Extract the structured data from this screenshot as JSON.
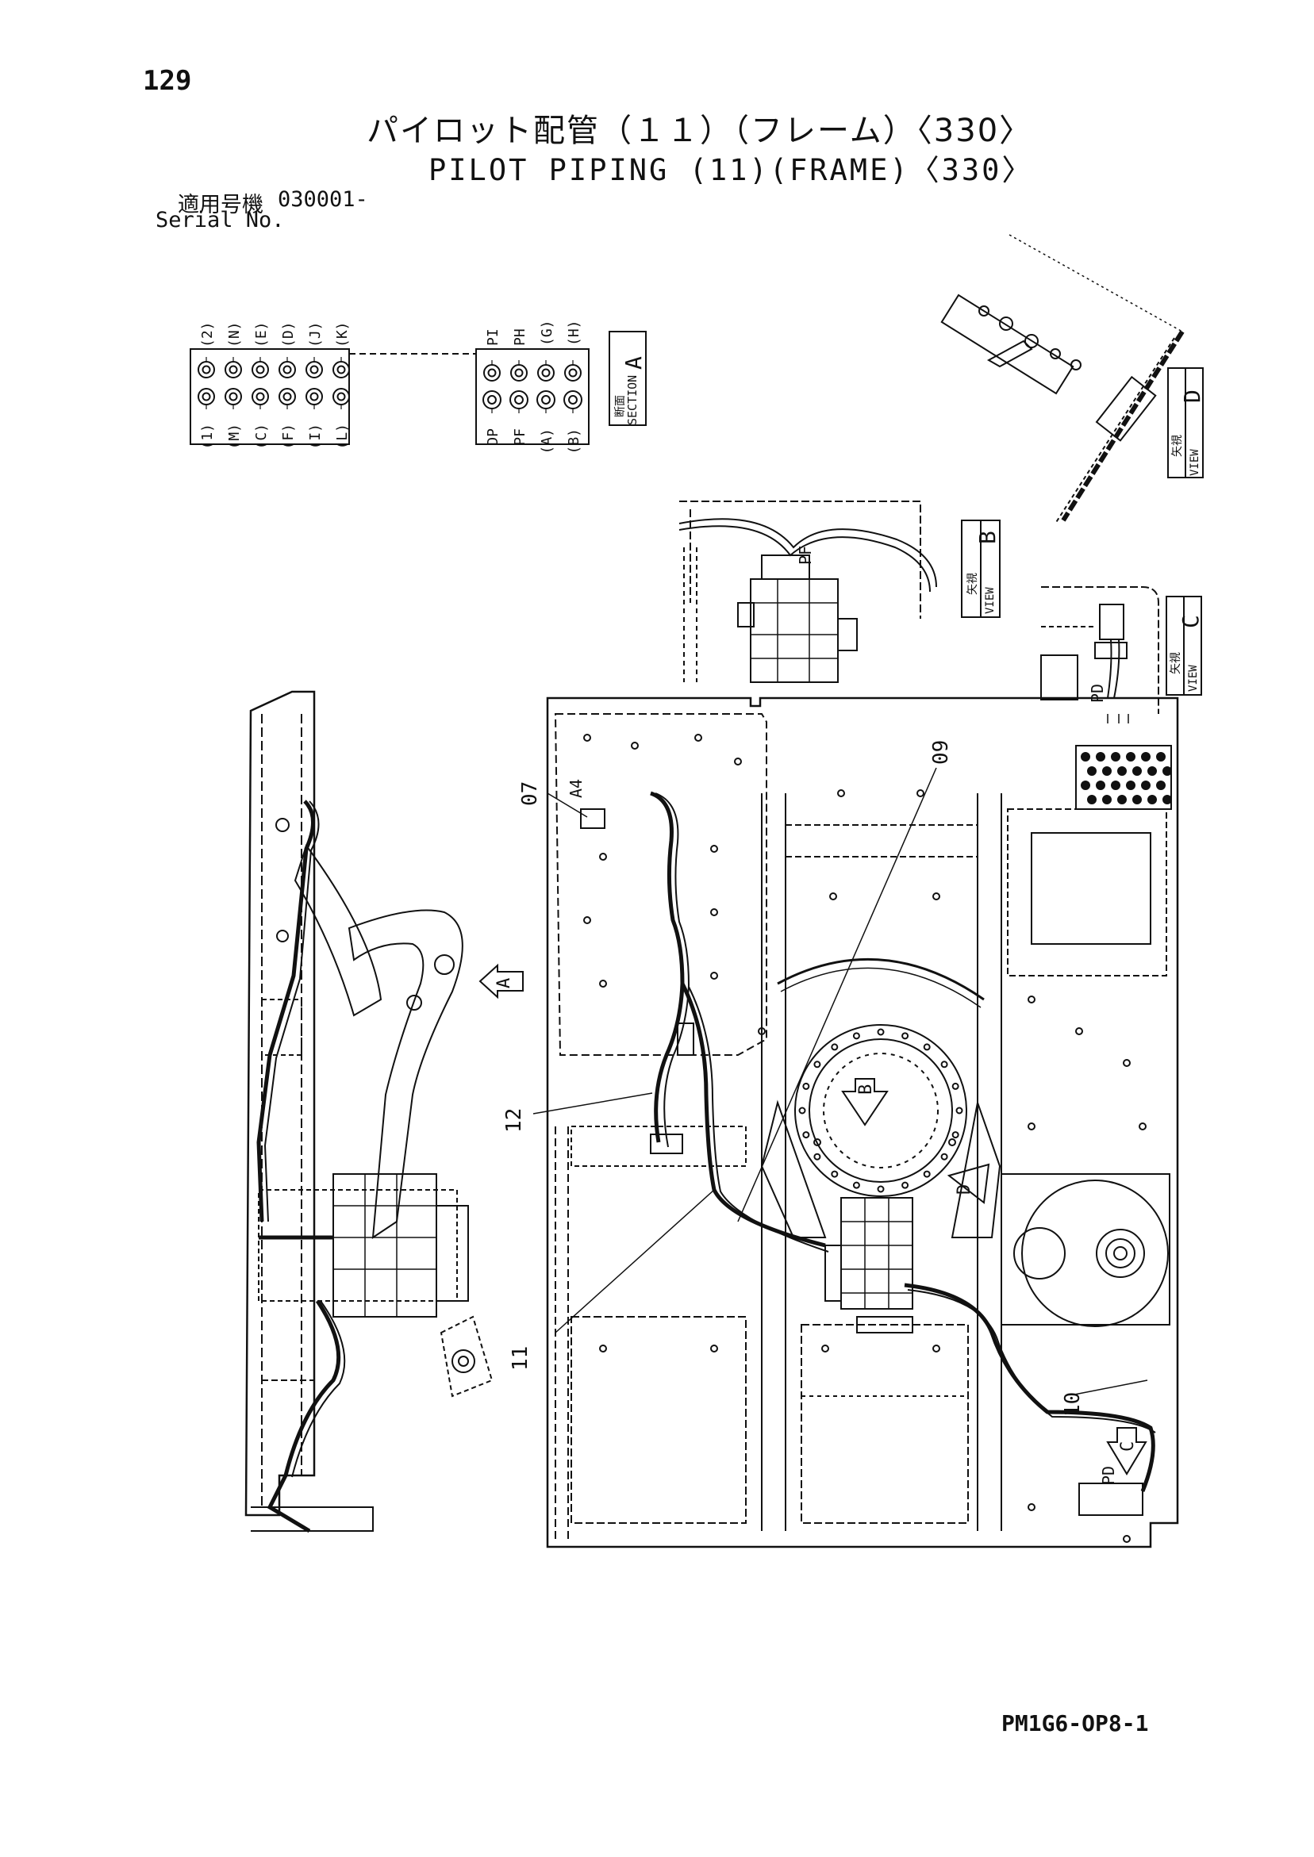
{
  "page": {
    "number": "129",
    "title_jp": "パイロット配管（１１）（フレーム）〈330〉",
    "title_en": "PILOT PIPING (11)(FRAME)〈330〉",
    "serial_label_jp": "適用号機",
    "serial_value": "030001-",
    "serial_label_en": "Serial No.",
    "footer_code": "PM1G6-OP8-1"
  },
  "section_a": {
    "caption_jp": "断面",
    "caption_en": "SECTION",
    "letter": "A",
    "left_block_top": [
      "(2)",
      "(N)",
      "(E)",
      "(D)",
      "(J)",
      "(K)"
    ],
    "left_block_bottom": [
      "(1)",
      "(M)",
      "(C)",
      "(F)",
      "(I)",
      "(L)"
    ],
    "right_block_top": [
      "PI",
      "PH",
      "(G)",
      "(H)"
    ],
    "right_block_bottom": [
      "DP",
      "PF",
      "(A)",
      "(B)"
    ]
  },
  "views": {
    "b": {
      "caption_jp": "矢視",
      "caption_en": "VIEW",
      "letter": "B",
      "port": "PF"
    },
    "c": {
      "caption_jp": "矢視",
      "caption_en": "VIEW",
      "letter": "C",
      "port": "PD"
    },
    "d": {
      "caption_jp": "矢視",
      "caption_en": "VIEW",
      "letter": "D"
    }
  },
  "callouts": [
    "07",
    "09",
    "12",
    "11",
    "10"
  ],
  "main_labels": {
    "a4": "A4",
    "pd": "PD"
  },
  "arrows": {
    "a": "A",
    "b": "B",
    "c": "C",
    "d": "D"
  },
  "colors": {
    "ink": "#111111",
    "paper": "#ffffff"
  }
}
